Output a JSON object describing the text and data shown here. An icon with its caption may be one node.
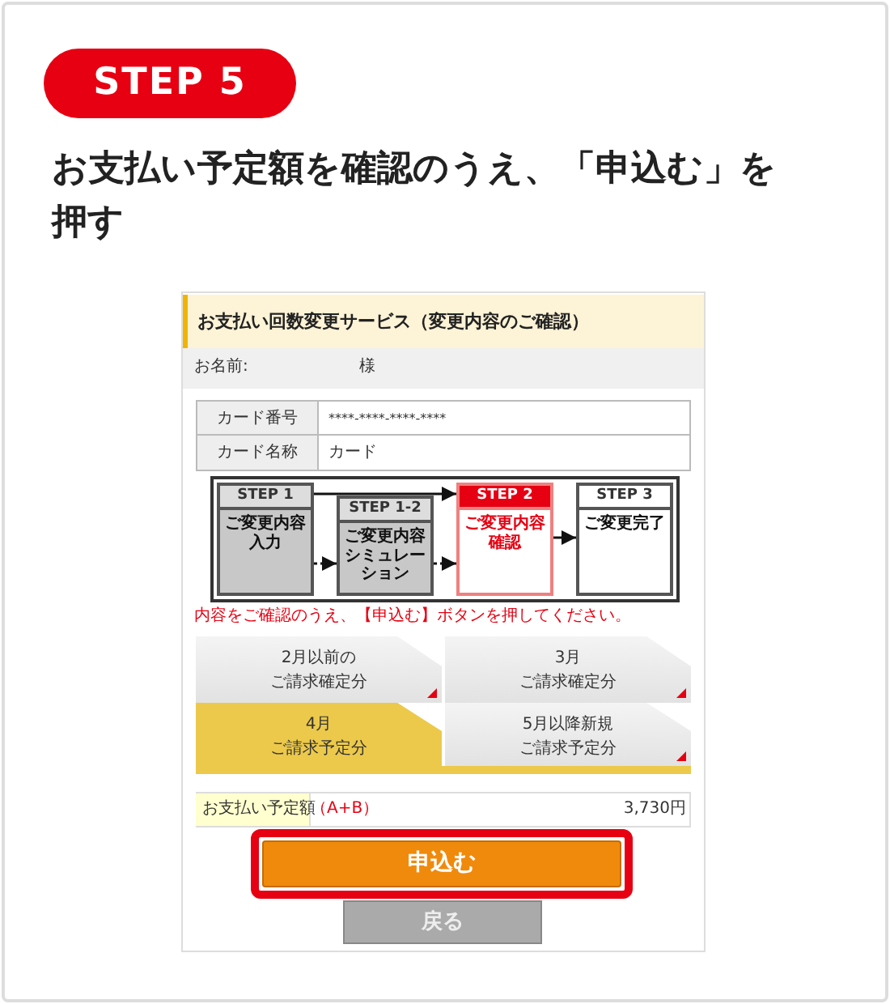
{
  "diagram": {
    "title": "お支払い予定額を確認のうえ、「申込む」を押す",
    "nodes": [
      {
        "text": [
          "STEP 1",
          "ご変更内容入力"
        ]
      },
      {
        "text": [
          "STEP 1-2",
          "ご変更内容シミュレーション"
        ]
      },
      {
        "text": [
          "STEP 2",
          "ご変更内容確認"
        ]
      },
      {
        "text": [
          "STEP 3",
          "ご変更完了"
        ]
      }
    ],
    "edges": [
      {
        "from": 0,
        "to": 2,
        "arrow": "to"
      },
      {
        "from": 0,
        "to": 1,
        "arrow": "to",
        "style": "dashed"
      },
      {
        "from": 1,
        "to": 2,
        "arrow": "to",
        "style": "dashed"
      },
      {
        "from": 2,
        "to": 3,
        "arrow": "to"
      }
    ],
    "labels": [
      "STEP 5",
      "お支払い回数変更サービス（変更内容のご確認）",
      "お名前:",
      "様",
      "カード番号",
      "****-****-****-****",
      "カード名称",
      "カード",
      "内容をご確認のうえ、【申込む】ボタンを押してください。",
      "2月以前のご請求確定分",
      "3月ご請求確定分",
      "4月ご請求予定分",
      "5月以降新規ご請求予定分",
      "お支払い予定額",
      "（A+B）",
      "3,730円",
      "申込む",
      "戻る"
    ]
  }
}
